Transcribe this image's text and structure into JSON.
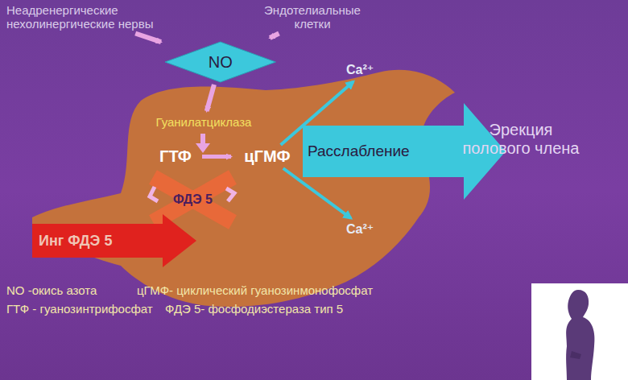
{
  "diagram": {
    "nodes": [
      {
        "text": [
          "Неадренергические нехолинергические нервы"
        ]
      },
      {
        "text": [
          "Эндотелиальные клетки"
        ]
      },
      {
        "text": [
          "NO"
        ]
      },
      {
        "text": [
          "Гуанилатциклаза"
        ]
      },
      {
        "text": [
          "ГТФ"
        ]
      },
      {
        "text": [
          "цГМФ"
        ]
      },
      {
        "text": [
          "ФДЭ 5"
        ]
      },
      {
        "text": [
          "Инг ФДЭ 5"
        ]
      },
      {
        "text": [
          "Ca²⁺"
        ]
      },
      {
        "text": [
          "Расслабление"
        ]
      },
      {
        "text": [
          "Эрекция полового члена"
        ]
      },
      {
        "text": [
          "Ca²⁺"
        ]
      }
    ],
    "edges": [
      {
        "from": 0,
        "to": 2,
        "arrow": "to"
      },
      {
        "from": 1,
        "to": 2,
        "arrow": "to"
      },
      {
        "from": 2,
        "to": 3,
        "arrow": "to"
      },
      {
        "from": 4,
        "to": 5,
        "arrow": "to"
      },
      {
        "from": 5,
        "to": 8,
        "arrow": "to"
      },
      {
        "from": 5,
        "to": 11,
        "arrow": "to"
      }
    ],
    "labels": [
      "NO -окись азота",
      "цГМФ- циклический гуанозинмонофосфат",
      "ГТФ - гуанозинтрифосфат",
      "ФДЭ 5- фосфодиэстераза тип 5"
    ]
  }
}
